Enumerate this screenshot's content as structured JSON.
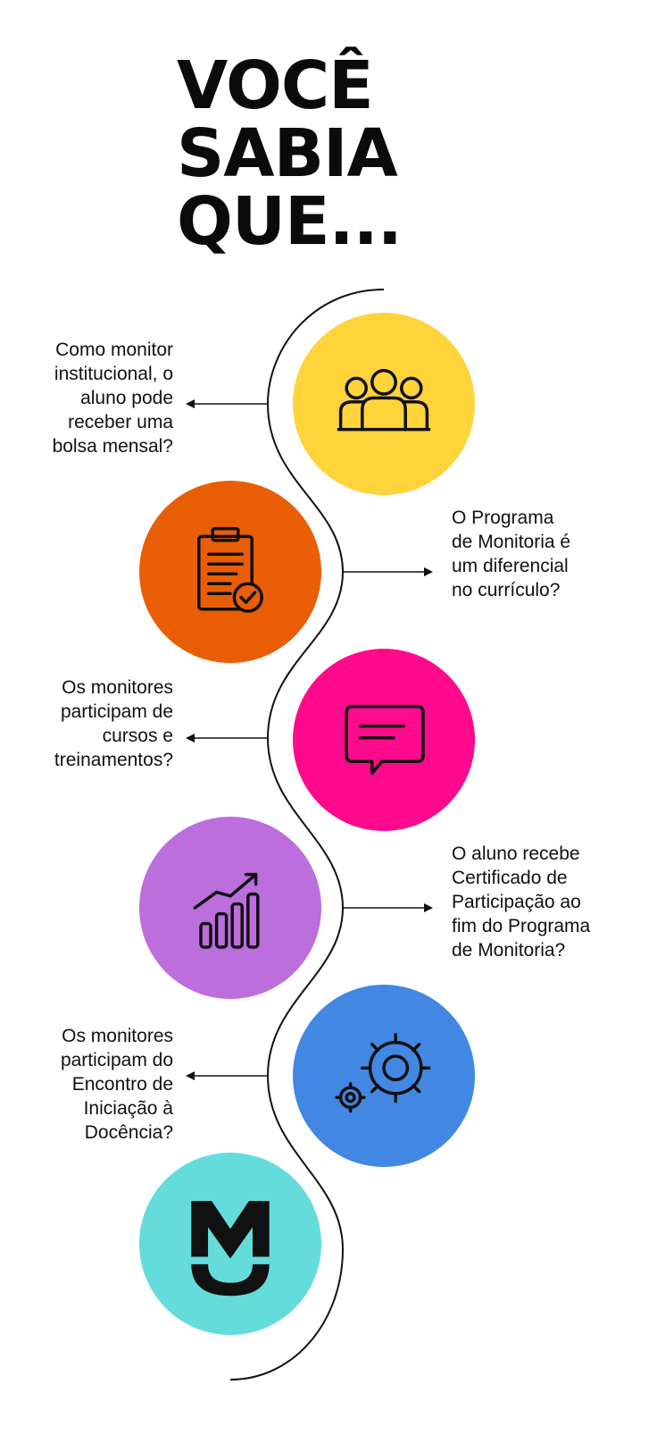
{
  "title": {
    "line1": "VOCÊ",
    "line2": "SABIA",
    "line3": "QUE..."
  },
  "colors": {
    "item1": "#FFD43B",
    "item2": "#E95E05",
    "item3": "#FF0A8D",
    "item4": "#BC6EDD",
    "item5": "#4288E3",
    "logo": "#64DCDB"
  },
  "items": [
    {
      "icon": "group-icon",
      "lines": [
        "Como monitor",
        "institucional, o",
        "aluno pode",
        "receber uma",
        "bolsa mensal?"
      ]
    },
    {
      "icon": "clipboard-check-icon",
      "lines": [
        "O Programa",
        "de Monitoria é",
        "um diferencial",
        "no currículo?"
      ]
    },
    {
      "icon": "chat-bubble-icon",
      "lines": [
        "Os monitores",
        "participam de",
        "cursos e",
        "treinamentos?"
      ]
    },
    {
      "icon": "growth-chart-icon",
      "lines": [
        "O aluno recebe",
        "Certificado de",
        "Participação ao",
        "fim do Programa",
        "de Monitoria?"
      ]
    },
    {
      "icon": "gears-icon",
      "lines": [
        "Os monitores",
        "participam do",
        "Encontro de",
        "Iniciação à",
        "Docência?"
      ]
    }
  ],
  "logo": {
    "icon": "mu-logo-icon"
  }
}
